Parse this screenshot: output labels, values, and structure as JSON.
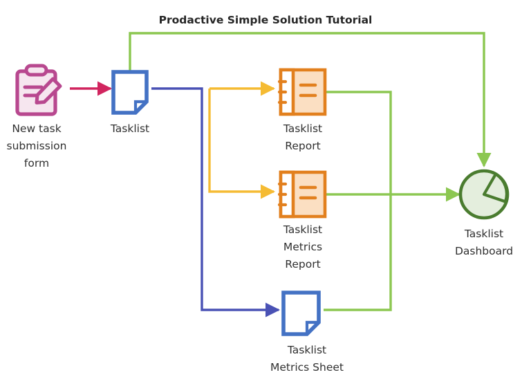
{
  "title": "Prodactive Simple Solution Tutorial",
  "colors": {
    "title_text": "#262626",
    "label_text": "#303030",
    "form_stroke": "#b8488f",
    "form_fill": "#f6e6ef",
    "doc_stroke": "#4472c4",
    "doc_fill": "#ffffff",
    "report_stroke": "#e2801e",
    "report_fill": "#fbdfc2",
    "dashboard_stroke": "#4a7c2f",
    "dashboard_fill": "#e4eedd",
    "arrow_pink": "#d1255f",
    "arrow_blue": "#4a52b5",
    "arrow_yellow": "#f5bb33",
    "arrow_green": "#8cc751",
    "background": "#ffffff"
  },
  "nodes": [
    {
      "id": "new-task-submission-form",
      "icon": "clipboard-pencil-icon",
      "label_lines": [
        "New task",
        "submission",
        "form"
      ]
    },
    {
      "id": "tasklist",
      "icon": "document-icon",
      "label_lines": [
        "Tasklist"
      ]
    },
    {
      "id": "tasklist-report",
      "icon": "report-notebook-icon",
      "label_lines": [
        "Tasklist",
        "Report"
      ]
    },
    {
      "id": "tasklist-metrics-report",
      "icon": "report-notebook-icon",
      "label_lines": [
        "Tasklist",
        "Metrics",
        "Report"
      ]
    },
    {
      "id": "tasklist-metrics-sheet",
      "icon": "document-icon",
      "label_lines": [
        "Tasklist",
        "Metrics Sheet"
      ]
    },
    {
      "id": "tasklist-dashboard",
      "icon": "pie-chart-icon",
      "label_lines": [
        "Tasklist",
        "Dashboard"
      ]
    }
  ],
  "connections": [
    {
      "id": "form-to-tasklist",
      "color": "#d1255f"
    },
    {
      "id": "tasklist-to-reports",
      "color": "#f5bb33"
    },
    {
      "id": "tasklist-to-metrics-sheet",
      "color": "#4a52b5"
    },
    {
      "id": "tasklist-to-dashboard",
      "color": "#8cc751"
    },
    {
      "id": "reports-to-dashboard",
      "color": "#8cc751"
    }
  ],
  "labels": {
    "form_l1": "New task",
    "form_l2": "submission",
    "form_l3": "form",
    "tasklist_l1": "Tasklist",
    "report_l1": "Tasklist",
    "report_l2": "Report",
    "metrics_report_l1": "Tasklist",
    "metrics_report_l2": "Metrics",
    "metrics_report_l3": "Report",
    "metrics_sheet_l1": "Tasklist",
    "metrics_sheet_l2": "Metrics Sheet",
    "dashboard_l1": "Tasklist",
    "dashboard_l2": "Dashboard"
  }
}
